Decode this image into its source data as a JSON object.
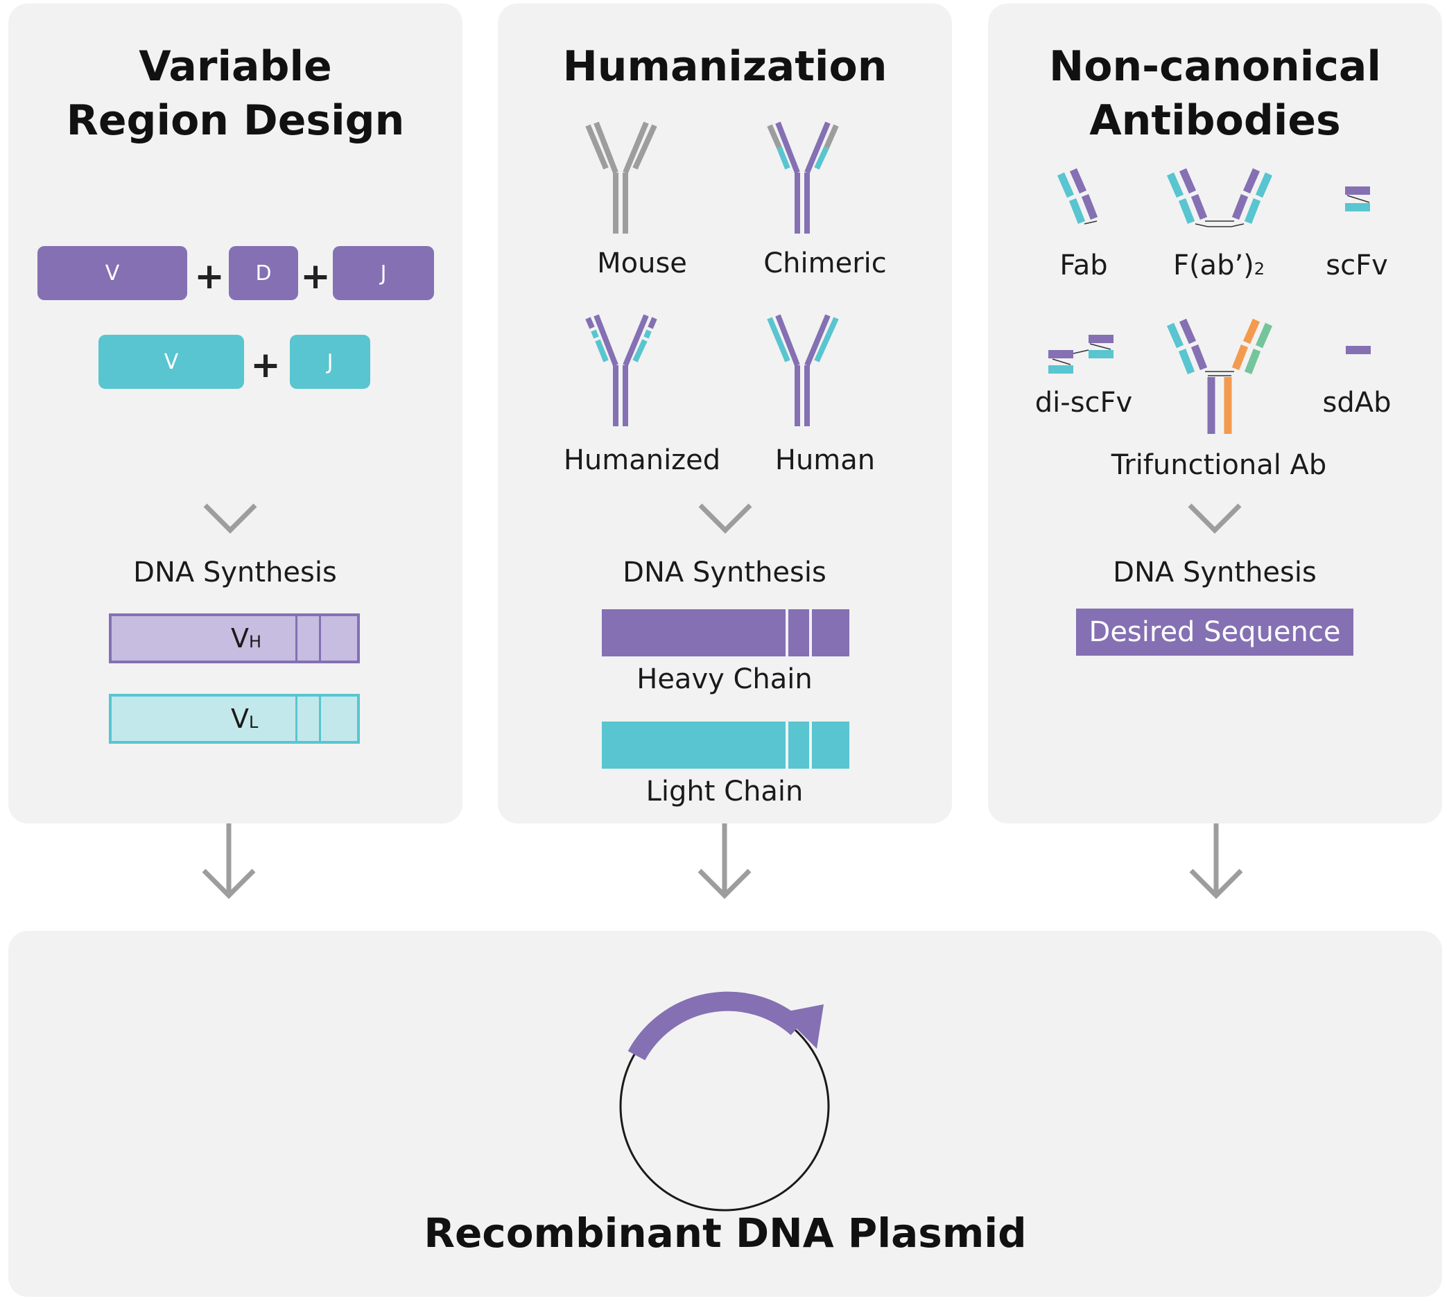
{
  "colors": {
    "purple": "#8470b3",
    "teal": "#58c5d0",
    "gray": "#9d9d9d",
    "orange": "#f39a4e",
    "green": "#74c59a",
    "panel": "#f2f2f2"
  },
  "panels": {
    "variable": {
      "title_line1": "Variable",
      "title_line2": "Region Design",
      "heavy_segments": [
        "V",
        "D",
        "J"
      ],
      "light_segments": [
        "V",
        "J"
      ],
      "plus": "+",
      "dna_synthesis": "DNA Synthesis",
      "vh_main": "V",
      "vh_sub": "H",
      "vl_main": "V",
      "vl_sub": "L"
    },
    "humanization": {
      "title": "Humanization",
      "antibodies": [
        "Mouse",
        "Chimeric",
        "Humanized",
        "Human"
      ],
      "dna_synthesis": "DNA Synthesis",
      "heavy_chain": "Heavy Chain",
      "light_chain": "Light Chain"
    },
    "noncanonical": {
      "title_line1": "Non-canonical",
      "title_line2": "Antibodies",
      "formats": {
        "fab": "Fab",
        "fab2_main": "F(ab’)",
        "fab2_sub": "2",
        "scfv": "scFv",
        "discfv": "di-scFv",
        "sdab": "sdAb",
        "trifunctional": "Trifunctional Ab"
      },
      "dna_synthesis": "DNA Synthesis",
      "desired_sequence": "Desired Sequence"
    }
  },
  "plasmid": {
    "title": "Recombinant DNA Plasmid"
  }
}
